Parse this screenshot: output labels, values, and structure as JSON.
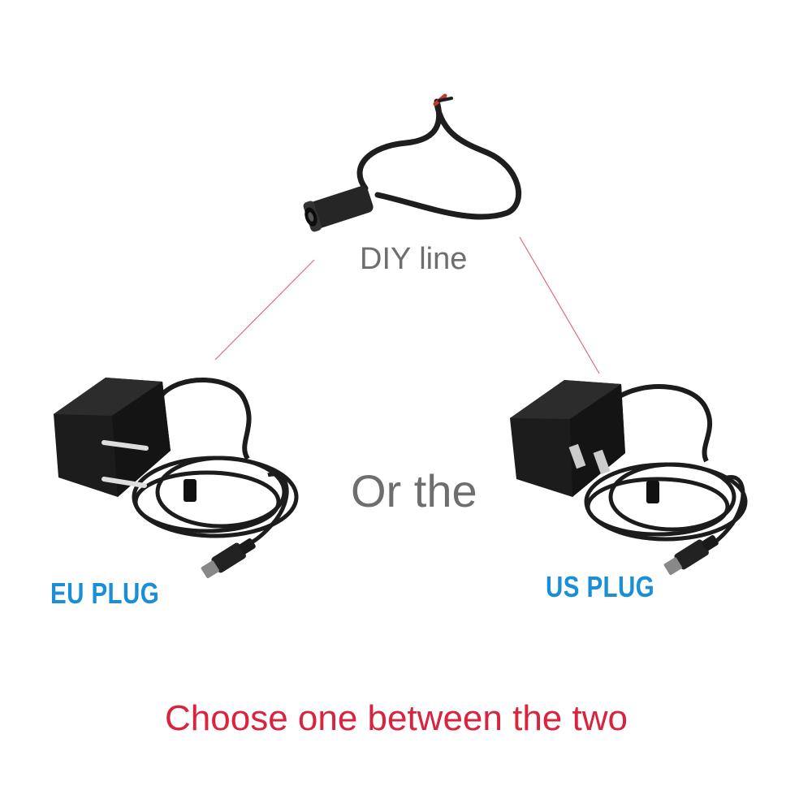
{
  "labels": {
    "diy": "DIY line",
    "or": "Or the",
    "eu_plug": "EU PLUG",
    "us_plug": "US PLUG",
    "footer": "Choose one between the two"
  },
  "colors": {
    "label_gray": "#6e6e6e",
    "plug_blue": "#1a8fd6",
    "footer_red": "#d8243f",
    "connector_line": "#e36a7c",
    "adapter_body": "#1c1c1c"
  },
  "icons": [
    "dc-cable-icon",
    "eu-adapter-icon",
    "us-adapter-icon"
  ]
}
